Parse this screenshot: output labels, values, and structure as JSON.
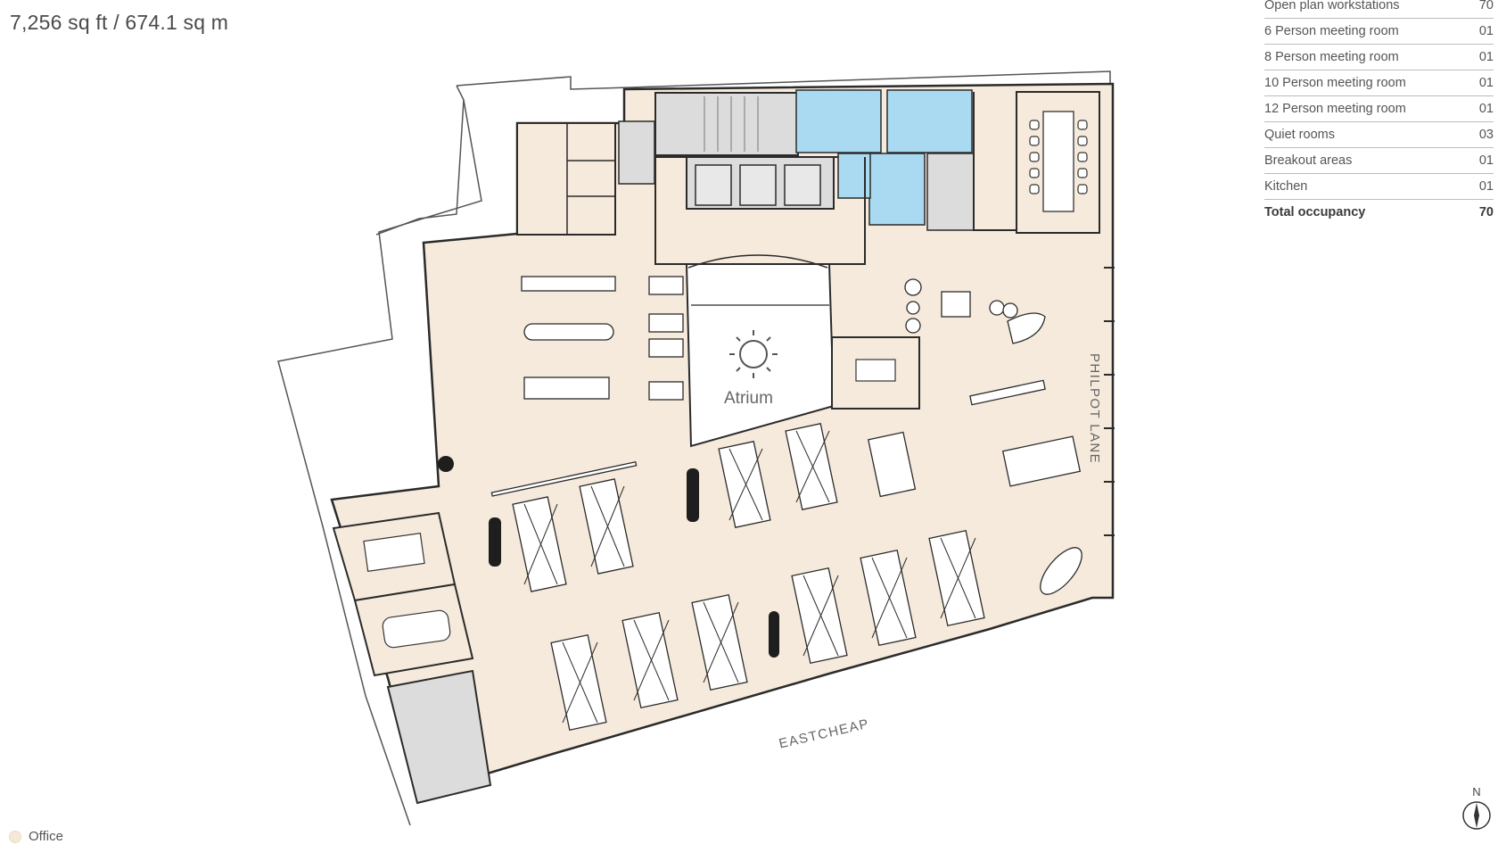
{
  "header": {
    "area": "7,256 sq ft / 674.1 sq m"
  },
  "schedule": {
    "rows": [
      {
        "label": "Open plan workstations",
        "value": "70"
      },
      {
        "label": "6 Person meeting room",
        "value": "01"
      },
      {
        "label": "8 Person meeting room",
        "value": "01"
      },
      {
        "label": "10 Person meeting room",
        "value": "01"
      },
      {
        "label": "12 Person meeting room",
        "value": "01"
      },
      {
        "label": "Quiet rooms",
        "value": "03"
      },
      {
        "label": "Breakout areas",
        "value": "01"
      },
      {
        "label": "Kitchen",
        "value": "01"
      }
    ],
    "total": {
      "label": "Total occupancy",
      "value": "70"
    }
  },
  "plan": {
    "atrium_label": "Atrium",
    "street_east": "PHILPOT LANE",
    "street_south": "EASTCHEAP"
  },
  "legend": {
    "office_label": "Office",
    "office_color": "#f4e8d6"
  },
  "compass": {
    "label": "N"
  },
  "colors": {
    "office_fill": "#f5eadb",
    "core_fill": "#dcdcdc",
    "wc_fill": "#a9daf2",
    "wall": "#2b2b2b"
  }
}
